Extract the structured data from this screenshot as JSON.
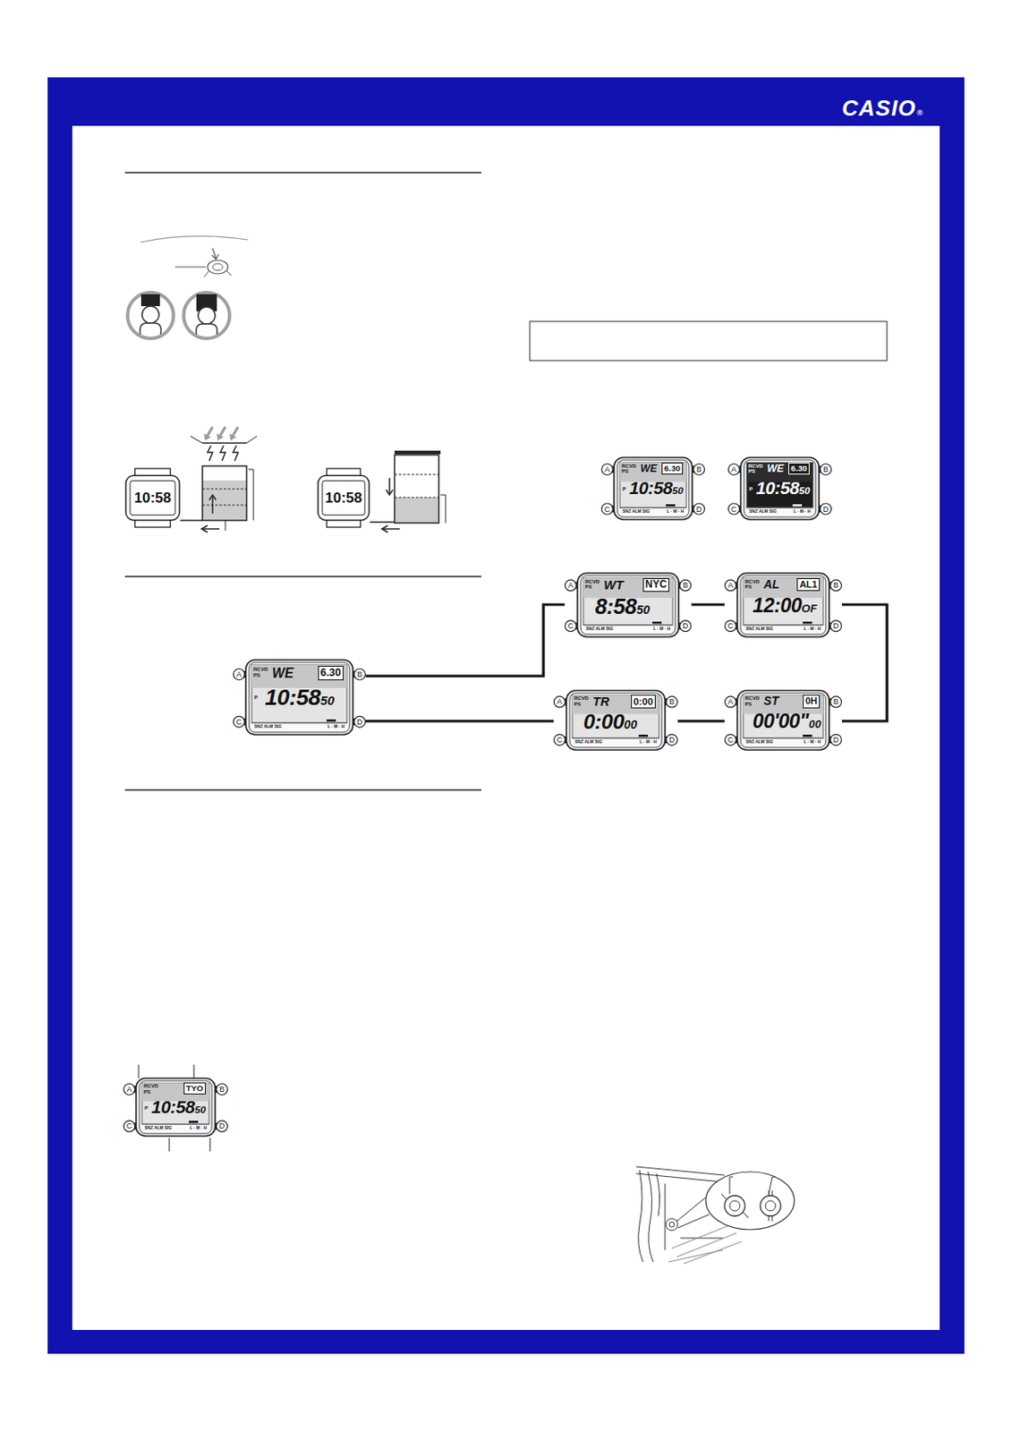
{
  "diagram": {
    "nodes": [
      {
        "text": [
          "10:58"
        ]
      },
      {
        "text": [
          "10:58"
        ]
      },
      {
        "text": [
          "A",
          "B",
          "C",
          "D",
          "RCVD PS",
          "WE",
          "6.30",
          "P",
          "10:58",
          "50",
          "SNZ ALM SIG",
          "L · M · H"
        ]
      },
      {
        "text": [
          "A",
          "B",
          "C",
          "D",
          "RCVD PS",
          "WE",
          "6.30",
          "P",
          "10:58",
          "50",
          "SNZ ALM SIG",
          "L · M · H"
        ]
      },
      {
        "text": [
          "A",
          "B",
          "C",
          "D",
          "RCVD PS",
          "WE",
          "6.30",
          "P",
          "10:58",
          "50",
          "SNZ ALM SIG",
          "L · M · H"
        ]
      },
      {
        "text": [
          "A",
          "B",
          "C",
          "D",
          "RCVD PS",
          "WT",
          "NYC",
          "8:58",
          "50",
          "SNZ ALM SIG",
          "L · M · H"
        ]
      },
      {
        "text": [
          "A",
          "B",
          "C",
          "D",
          "RCVD PS",
          "AL",
          "AL1",
          "12:00",
          "OF",
          "SNZ ALM SIG",
          "L · M · H"
        ]
      },
      {
        "text": [
          "A",
          "B",
          "C",
          "D",
          "RCVD PS",
          "TR",
          "0:00",
          "0:00",
          "00",
          "SNZ ALM SIG",
          "L · M · H"
        ]
      },
      {
        "text": [
          "A",
          "B",
          "C",
          "D",
          "RCVD PS",
          "ST",
          "0H",
          "00'00\"",
          "00",
          "SNZ ALM SIG",
          "L · M · H"
        ]
      },
      {
        "text": [
          "A",
          "B",
          "C",
          "D",
          "RCVD PS",
          "TYO",
          "P",
          "10:58",
          "50",
          "SNZ ALM SIG",
          "L · M · H"
        ]
      }
    ],
    "edges": [
      {
        "from": 4,
        "to": 5,
        "arrow": "none"
      },
      {
        "from": 5,
        "to": 6,
        "arrow": "none"
      },
      {
        "from": 6,
        "to": 8,
        "arrow": "none"
      },
      {
        "from": 8,
        "to": 7,
        "arrow": "none"
      },
      {
        "from": 7,
        "to": 4,
        "arrow": "none"
      }
    ],
    "labels": [
      "CASIO",
      "®"
    ]
  }
}
